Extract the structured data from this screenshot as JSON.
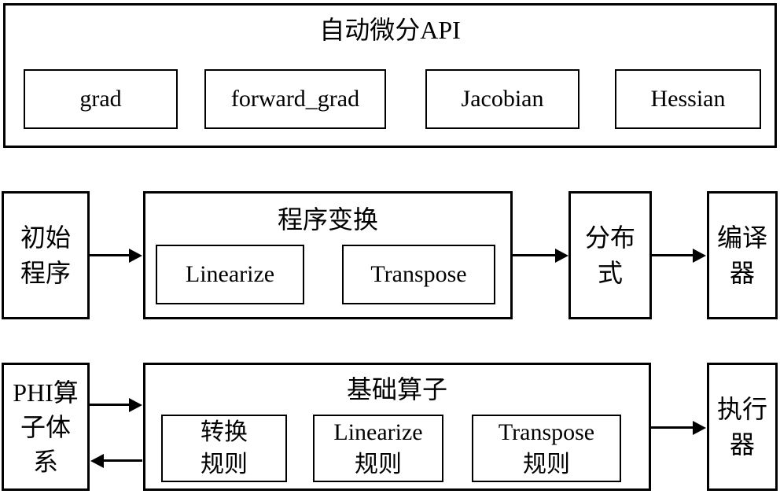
{
  "api_section": {
    "title": "自动微分API",
    "apis": [
      "grad",
      "forward_grad",
      "Jacobian",
      "Hessian"
    ]
  },
  "transform_flow": {
    "initial_program": {
      "lines": [
        "初始",
        "程序"
      ]
    },
    "program_transform": {
      "title": "程序变换",
      "passes": [
        "Linearize",
        "Transpose"
      ]
    },
    "distributed": {
      "lines": [
        "分布",
        "式"
      ]
    },
    "compiler": {
      "lines": [
        "编译",
        "器"
      ]
    }
  },
  "operator_flow": {
    "phi_operator_system": {
      "lines": [
        "PHI算",
        "子体",
        "系"
      ]
    },
    "basic_operators": {
      "title": "基础算子",
      "rules": [
        {
          "lines": [
            "转换",
            "规则"
          ]
        },
        {
          "lines": [
            "Linearize",
            "规则"
          ]
        },
        {
          "lines": [
            "Transpose",
            "规则"
          ]
        }
      ]
    },
    "executor": {
      "lines": [
        "执行",
        "器"
      ]
    }
  }
}
